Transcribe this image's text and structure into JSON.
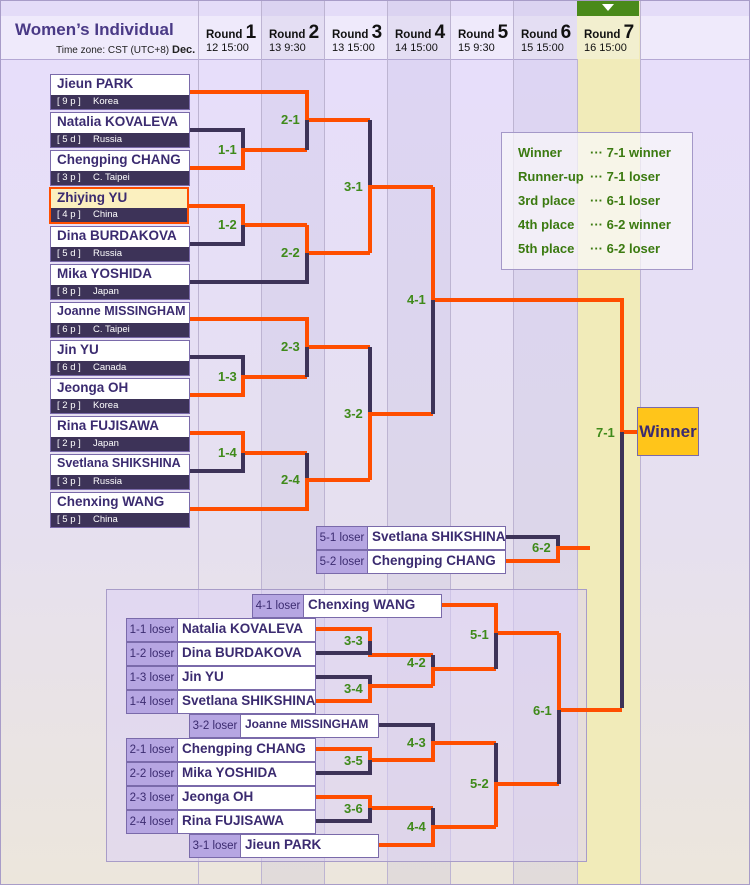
{
  "header": {
    "title": "Women’s Individual",
    "timezone": "Time zone: CST (UTC+8)",
    "month": "Dec.",
    "current_round_marker": "round-7",
    "rounds": [
      {
        "label": "Round",
        "num": "1",
        "date": "12  15:00"
      },
      {
        "label": "Round",
        "num": "2",
        "date": "13    9:30"
      },
      {
        "label": "Round",
        "num": "3",
        "date": "13  15:00"
      },
      {
        "label": "Round",
        "num": "4",
        "date": "14  15:00"
      },
      {
        "label": "Round",
        "num": "5",
        "date": "15    9:30"
      },
      {
        "label": "Round",
        "num": "6",
        "date": "15  15:00"
      },
      {
        "label": "Round",
        "num": "7",
        "date": "16  15:00"
      }
    ]
  },
  "players": [
    {
      "name": "Jieun PARK",
      "seed": "[ 9 p ]",
      "country": "Korea"
    },
    {
      "name": "Natalia KOVALEVA",
      "seed": "[ 5 d ]",
      "country": "Russia"
    },
    {
      "name": "Chengping CHANG",
      "seed": "[ 3 p ]",
      "country": "C. Taipei"
    },
    {
      "name": "Zhiying YU",
      "seed": "[ 4 p ]",
      "country": "China",
      "highlighted": true
    },
    {
      "name": "Dina BURDAKOVA",
      "seed": "[ 5 d ]",
      "country": "Russia"
    },
    {
      "name": "Mika YOSHIDA",
      "seed": "[ 8 p ]",
      "country": "Japan"
    },
    {
      "name": "Joanne MISSINGHAM",
      "seed": "[ 6 p ]",
      "country": "C. Taipei"
    },
    {
      "name": "Jin YU",
      "seed": "[ 6 d ]",
      "country": "Canada"
    },
    {
      "name": "Jeonga OH",
      "seed": "[ 2 p ]",
      "country": "Korea"
    },
    {
      "name": "Rina FUJISAWA",
      "seed": "[ 2 p ]",
      "country": "Japan"
    },
    {
      "name": "Svetlana SHIKSHINA",
      "seed": "[ 3 p ]",
      "country": "Russia"
    },
    {
      "name": "Chenxing WANG",
      "seed": "[ 5 p ]",
      "country": "China"
    }
  ],
  "matches": {
    "m1_1": "1-1",
    "m1_2": "1-2",
    "m1_3": "1-3",
    "m1_4": "1-4",
    "m2_1": "2-1",
    "m2_2": "2-2",
    "m2_3": "2-3",
    "m2_4": "2-4",
    "m3_1": "3-1",
    "m3_2": "3-2",
    "m3_3": "3-3",
    "m3_4": "3-4",
    "m3_5": "3-5",
    "m3_6": "3-6",
    "m4_1": "4-1",
    "m4_2": "4-2",
    "m4_3": "4-3",
    "m4_4": "4-4",
    "m5_1": "5-1",
    "m5_2": "5-2",
    "m6_1": "6-1",
    "m6_2": "6-2",
    "m7_1": "7-1"
  },
  "winner_label": "Winner",
  "legend": [
    {
      "place": "Winner",
      "rule": "··· 7-1 winner"
    },
    {
      "place": "Runner-up",
      "rule": "··· 7-1 loser"
    },
    {
      "place": "3rd place",
      "rule": "··· 6-1 loser"
    },
    {
      "place": "4th place",
      "rule": "··· 6-2 winner"
    },
    {
      "place": "5th place",
      "rule": "··· 6-2 loser"
    }
  ],
  "match_6_2_entries": [
    {
      "tag": "5-1 loser",
      "name": "Svetlana SHIKSHINA"
    },
    {
      "tag": "5-2 loser",
      "name": "Chengping CHANG"
    }
  ],
  "consolation_entries": [
    {
      "tag": "4-1 loser",
      "name": "Chenxing WANG"
    },
    {
      "tag": "1-1 loser",
      "name": "Natalia KOVALEVA"
    },
    {
      "tag": "1-2 loser",
      "name": "Dina BURDAKOVA"
    },
    {
      "tag": "1-3 loser",
      "name": "Jin YU"
    },
    {
      "tag": "1-4 loser",
      "name": "Svetlana SHIKSHINA"
    },
    {
      "tag": "3-2 loser",
      "name": "Joanne MISSINGHAM"
    },
    {
      "tag": "2-1 loser",
      "name": "Chengping CHANG"
    },
    {
      "tag": "2-2 loser",
      "name": "Mika YOSHIDA"
    },
    {
      "tag": "2-3 loser",
      "name": "Jeonga OH"
    },
    {
      "tag": "2-4 loser",
      "name": "Rina FUJISAWA"
    },
    {
      "tag": "3-1 loser",
      "name": "Jieun PARK"
    }
  ],
  "colors": {
    "win_path": "#ff4e00",
    "lose_path": "#3d3358",
    "match_label": "#3f8a1a",
    "current_round": "#4a8a1a",
    "winner_box": "#ffc51a"
  }
}
